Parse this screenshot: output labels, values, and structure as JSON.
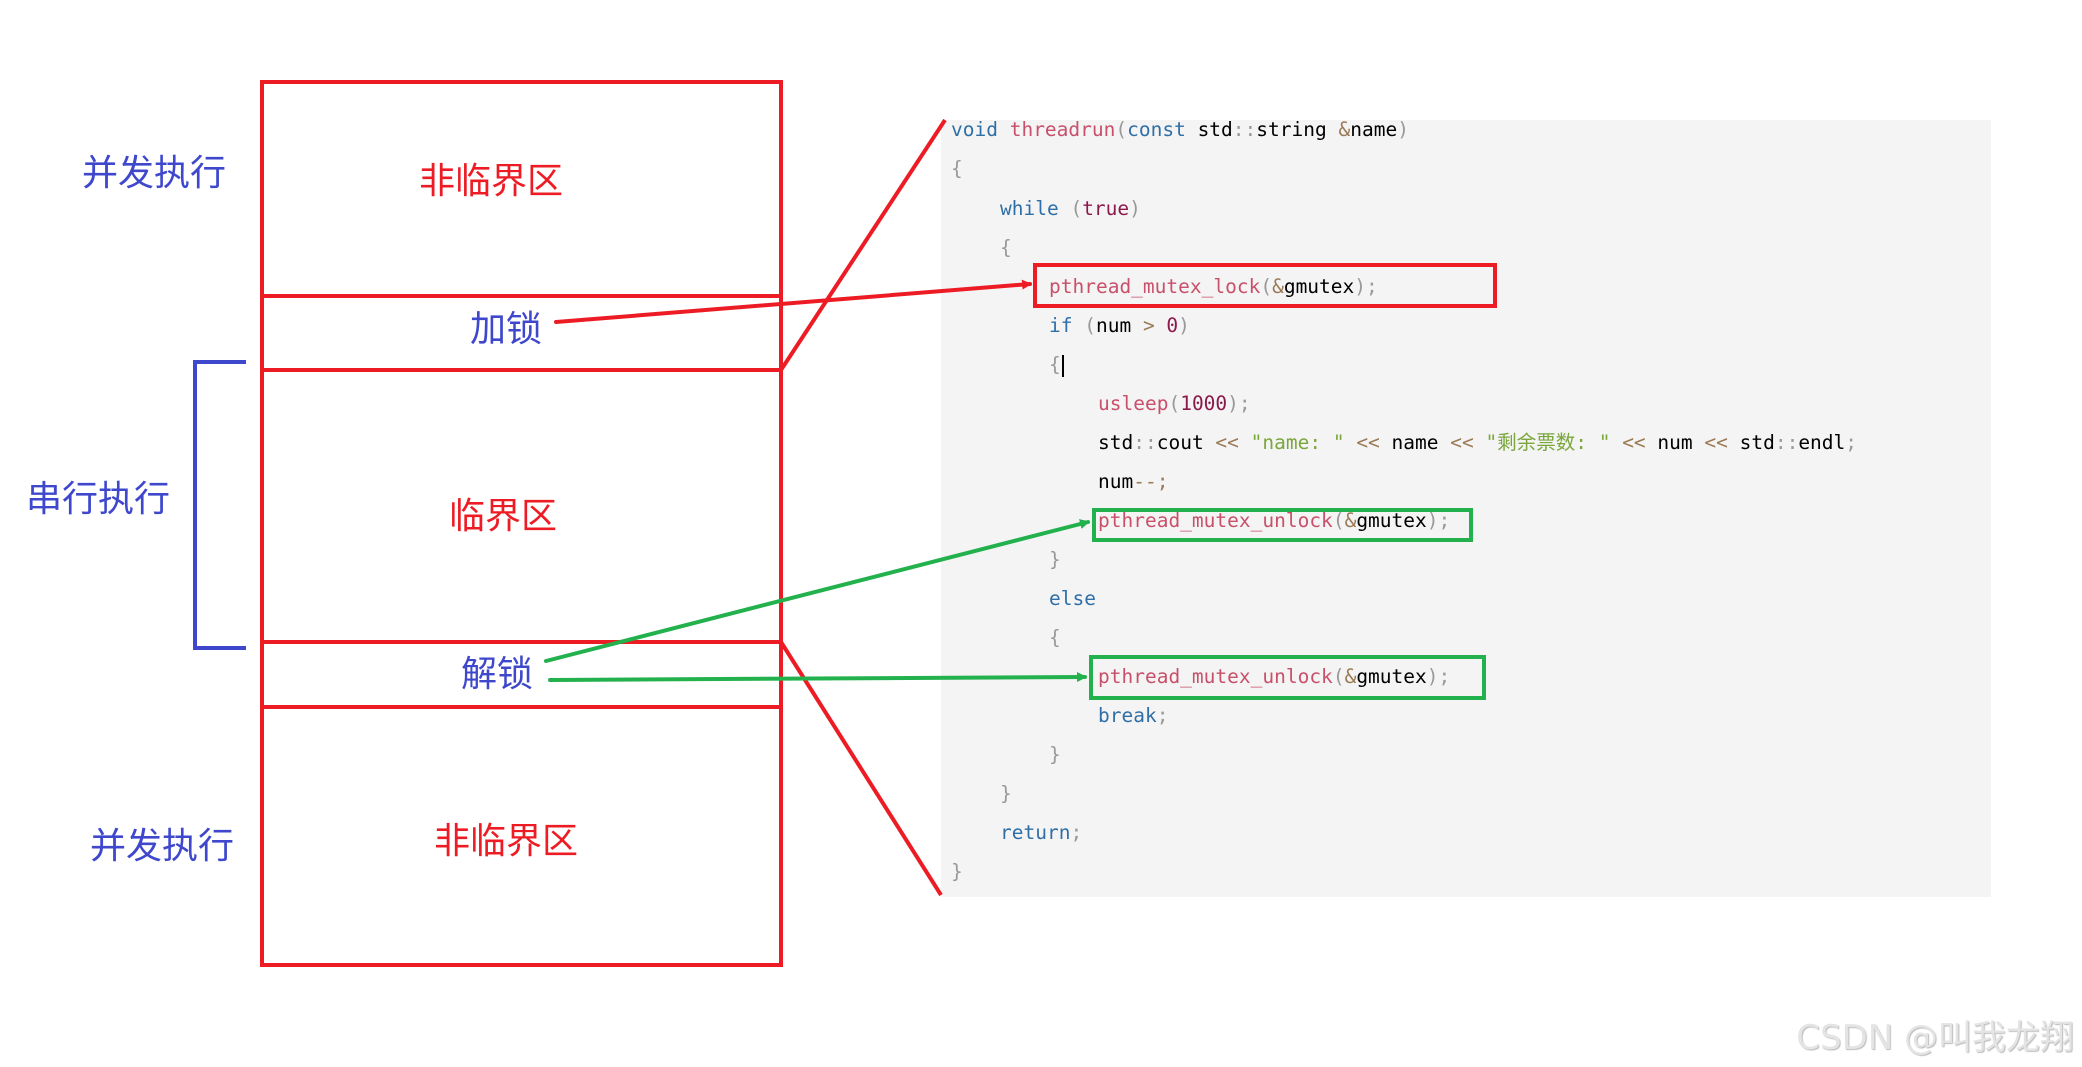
{
  "diagram": {
    "left_labels": {
      "concurrent_top": "并发执行",
      "serial": "串行执行",
      "concurrent_bottom": "并发执行"
    },
    "sections": {
      "non_critical_top": "非临界区",
      "lock": "加锁",
      "critical": "临界区",
      "unlock": "解锁",
      "non_critical_bottom": "非临界区"
    },
    "colors": {
      "section_border": "#ed1c24",
      "lock_arrow": "#ed1c24",
      "unlock_arrow": "#22b14c",
      "bracket": "#3f48cc",
      "label_text": "#3f48cc",
      "code_background": "#f4f4f4"
    }
  },
  "code": {
    "lines": [
      {
        "t1": "void",
        "t2": " threadrun",
        "t3": "(",
        "t4": "const",
        "t5": " std",
        "t6": "::",
        "t7": "string ",
        "t8": "&",
        "t9": "name",
        "t10": ")"
      },
      {
        "t1": "{"
      },
      {
        "t1": "while",
        "t2": " (",
        "t3": "true",
        "t4": ")"
      },
      {
        "t1": "{"
      },
      {
        "t1": "pthread_mutex_lock",
        "t2": "(",
        "t3": "&",
        "t4": "gmutex",
        "t5": ");"
      },
      {
        "t1": "if",
        "t2": " (",
        "t3": "num ",
        "t4": ">",
        "t5": " 0",
        "t6": ")"
      },
      {
        "t1": "{"
      },
      {
        "t1": "usleep",
        "t2": "(",
        "t3": "1000",
        "t4": ");"
      },
      {
        "t1": "std",
        "t2": "::",
        "t3": "cout ",
        "t4": "<<",
        "t5": " \"name: \" ",
        "t6": "<<",
        "t7": " name ",
        "t8": "<<",
        "t9": " \"剩余票数: \" ",
        "t10": "<<",
        "t11": " num ",
        "t12": "<<",
        "t13": " std",
        "t14": "::",
        "t15": "endl",
        "t16": ";"
      },
      {
        "t1": "num",
        "t2": "--;"
      },
      {
        "t1": "pthread_mutex_unlock",
        "t2": "(",
        "t3": "&",
        "t4": "gmutex",
        "t5": ");"
      },
      {
        "t1": "}"
      },
      {
        "t1": "else"
      },
      {
        "t1": "{"
      },
      {
        "t1": "pthread_mutex_unlock",
        "t2": "(",
        "t3": "&",
        "t4": "gmutex",
        "t5": ");"
      },
      {
        "t1": "break",
        "t2": ";"
      },
      {
        "t1": "}"
      },
      {
        "t1": "}"
      },
      {
        "t1": "return",
        "t2": ";"
      },
      {
        "t1": "}"
      }
    ]
  },
  "watermark": "CSDN @叫我龙翔"
}
